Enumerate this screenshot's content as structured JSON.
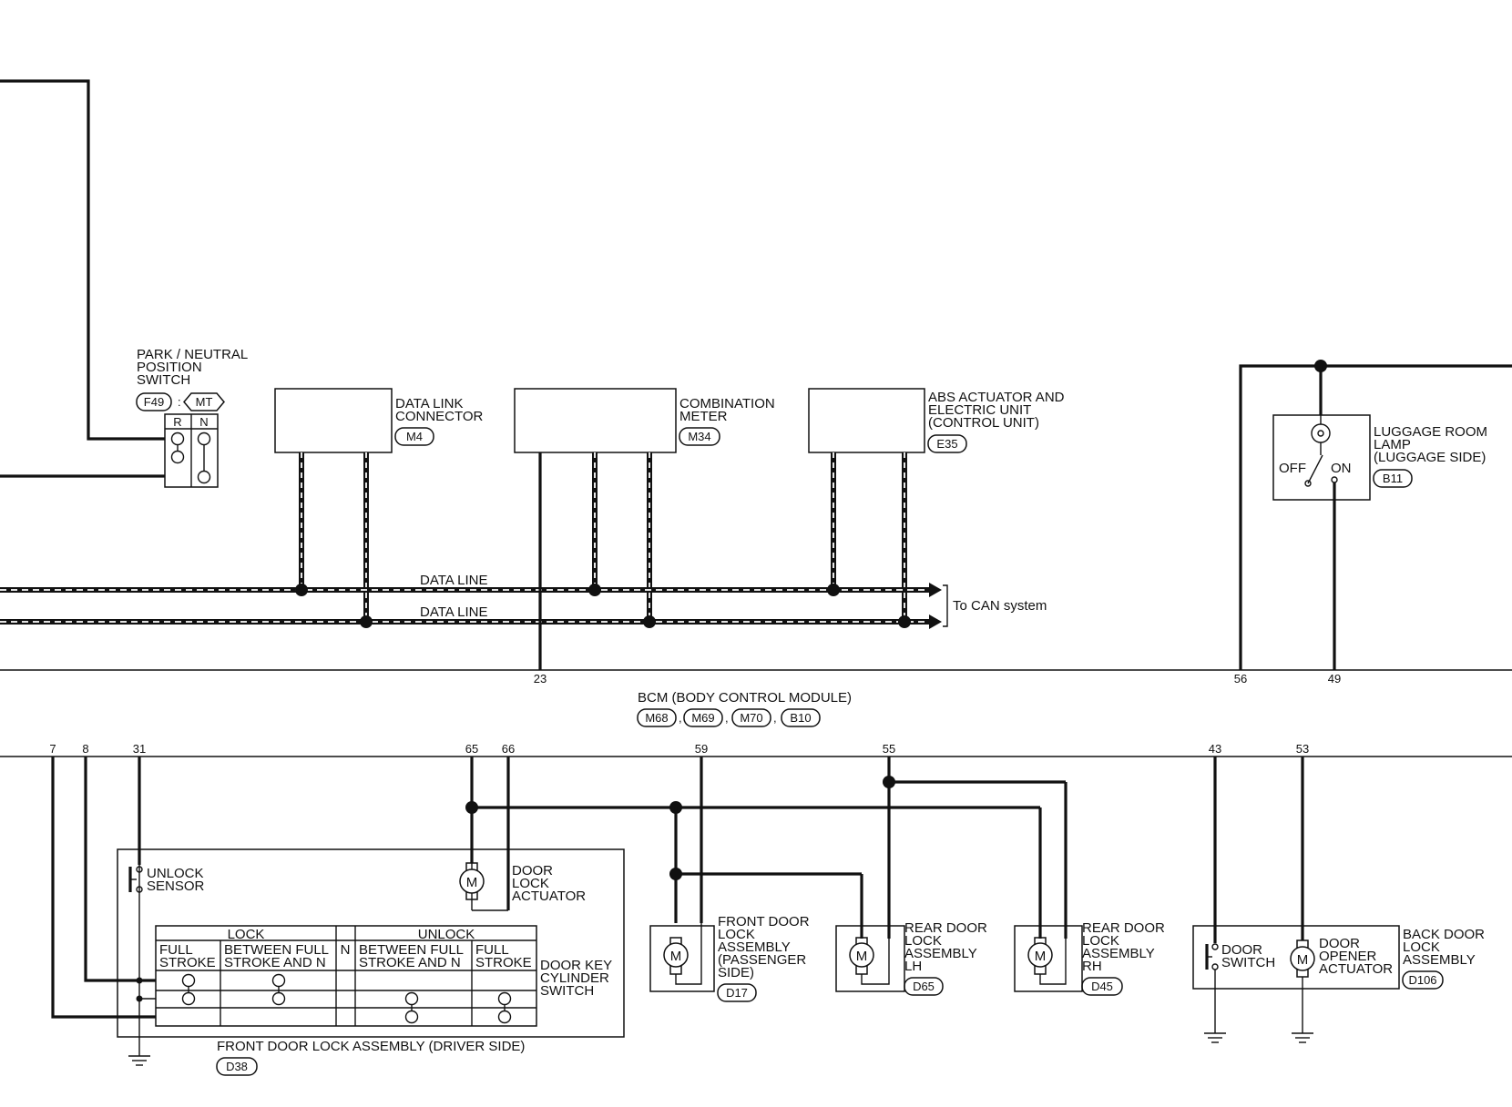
{
  "components": {
    "park_neutral_switch": {
      "label": [
        "PARK / NEUTRAL",
        "POSITION",
        "SWITCH"
      ],
      "connector": "F49",
      "variant": "MT",
      "cols": [
        "R",
        "N"
      ]
    },
    "data_link_connector": {
      "label": [
        "DATA LINK",
        "CONNECTOR"
      ],
      "connector": "M4"
    },
    "combination_meter": {
      "label": [
        "COMBINATION",
        "METER"
      ],
      "connector": "M34"
    },
    "abs_unit": {
      "label": [
        "ABS ACTUATOR AND",
        "ELECTRIC UNIT",
        "(CONTROL UNIT)"
      ],
      "connector": "E35"
    },
    "luggage_lamp": {
      "label": [
        "LUGGAGE ROOM",
        "LAMP",
        "(LUGGAGE SIDE)"
      ],
      "connector": "B11",
      "off": "OFF",
      "on": "ON"
    },
    "bcm": {
      "label": "BCM (BODY CONTROL MODULE)",
      "connectors": [
        "M68",
        "M69",
        "M70",
        "B10"
      ]
    },
    "driver_door": {
      "label": "FRONT DOOR LOCK  ASSEMBLY (DRIVER SIDE)",
      "connector": "D38",
      "unlock_sensor": [
        "UNLOCK",
        "SENSOR"
      ],
      "actuator": [
        "DOOR",
        "LOCK",
        "ACTUATOR"
      ],
      "key_switch": [
        "DOOR KEY",
        "CYLINDER",
        "SWITCH"
      ],
      "table": {
        "lock": "LOCK",
        "unlock": "UNLOCK",
        "n": "N",
        "full": [
          "FULL",
          "STROKE"
        ],
        "between": [
          "BETWEEN FULL",
          "STROKE AND N"
        ],
        "between_u": [
          "BETWEEN FULL",
          "STROKE AND N"
        ],
        "full_u": [
          "FULL",
          "STROKE"
        ]
      }
    },
    "front_door_pass": {
      "label": [
        "FRONT DOOR",
        "LOCK",
        "ASSEMBLY",
        "(PASSENGER",
        " SIDE)"
      ],
      "connector": "D17"
    },
    "rear_door_lh": {
      "label": [
        "REAR DOOR",
        "LOCK",
        "ASSEMBLY",
        "LH"
      ],
      "connector": "D65"
    },
    "rear_door_rh": {
      "label": [
        "REAR DOOR",
        "LOCK",
        "ASSEMBLY",
        "RH"
      ],
      "connector": "D45"
    },
    "back_door": {
      "label": [
        "BACK DOOR",
        "LOCK",
        "ASSEMBLY"
      ],
      "connector": "D106",
      "switch": [
        "DOOR",
        "SWITCH"
      ],
      "opener": [
        "DOOR",
        "OPENER",
        "ACTUATOR"
      ]
    }
  },
  "data_line_label": "DATA LINE",
  "data_line_label_2": "DATA LINE",
  "can_label": "To CAN system",
  "motor_symbol": "M",
  "pins_top": {
    "p23": "23",
    "p56": "56",
    "p49": "49"
  },
  "pins_bottom": {
    "p7": "7",
    "p8": "8",
    "p31": "31",
    "p65": "65",
    "p66": "66",
    "p59": "59",
    "p55": "55",
    "p43": "43",
    "p53": "53"
  }
}
